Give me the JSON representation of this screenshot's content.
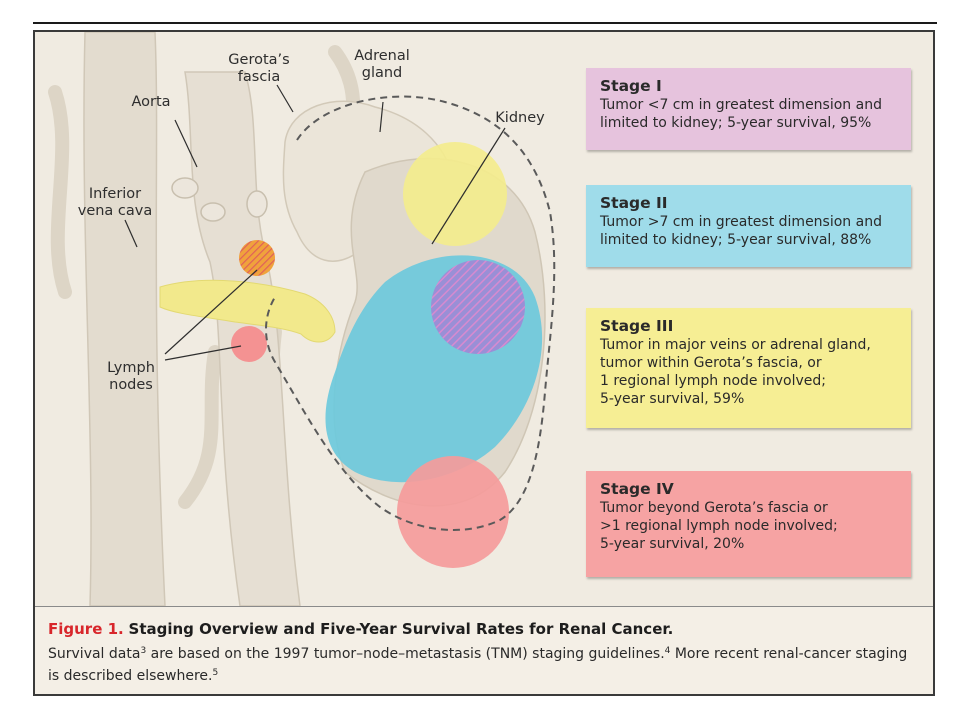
{
  "anatomy_labels": {
    "aorta": "Aorta",
    "gerotas_fascia": "Gerota’s\nfascia",
    "adrenal_gland": "Adrenal\ngland",
    "kidney": "Kidney",
    "inferior_vena_cava": "Inferior\nvena cava",
    "lymph_nodes": "Lymph\nnodes"
  },
  "stages": [
    {
      "title": "Stage I",
      "description": "Tumor <7 cm in greatest dimension and\n  limited to kidney; 5-year survival, 95%",
      "color": "#e6c3dd"
    },
    {
      "title": "Stage II",
      "description": "Tumor >7 cm in greatest dimension and\n  limited to kidney; 5-year survival, 88%",
      "color": "#9fdcea"
    },
    {
      "title": "Stage III",
      "description": "Tumor in major veins or adrenal gland,\n  tumor within Gerota’s fascia, or\n  1 regional lymph node involved;\n  5-year survival, 59%",
      "color": "#f6ee94"
    },
    {
      "title": "Stage IV",
      "description": "Tumor beyond Gerota’s fascia or\n  >1 regional lymph node involved;\n  5-year survival, 20%",
      "color": "#f6a3a3"
    }
  ],
  "caption": {
    "figure_number": "Figure 1.",
    "figure_title": "Staging Overview and Five-Year Survival Rates for Renal Cancer.",
    "text_before_ref1": "Survival data",
    "ref1": "3",
    "text_before_ref2": " are based on the 1997 tumor–node–metastasis (TNM) staging guidelines.",
    "ref2": "4",
    "text_before_ref3": " More recent renal-cancer staging is described elsewhere.",
    "ref3": "5"
  },
  "colors": {
    "stage1": "#e6c3dd",
    "stage2": "#9fdcea",
    "stage3": "#f6ee94",
    "stage4": "#f6a3a3",
    "figure_accent": "#d8262b"
  }
}
